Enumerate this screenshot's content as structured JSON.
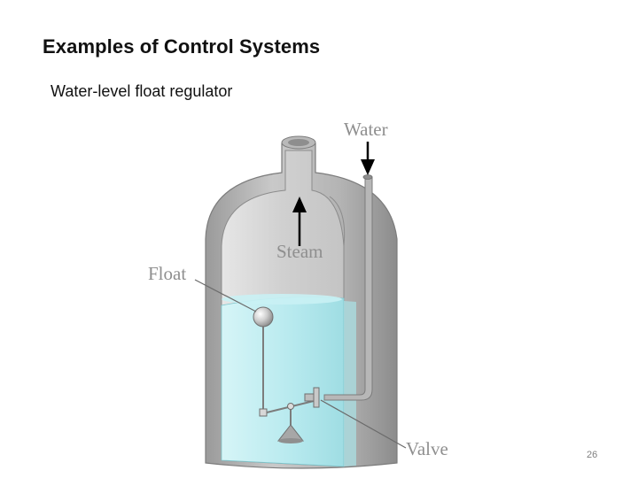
{
  "slide": {
    "title": "Examples of Control Systems",
    "subtitle": "Water-level float regulator",
    "page_number": "26"
  },
  "diagram": {
    "labels": {
      "water": "Water",
      "steam": "Steam",
      "float": "Float",
      "valve": "Valve"
    },
    "colors": {
      "shell_outer": "#a9a9a9",
      "shell_inner": "#d4d4d4",
      "water": "#bdecf0",
      "label": "#8f8f8f",
      "arrow": "#000000"
    }
  }
}
